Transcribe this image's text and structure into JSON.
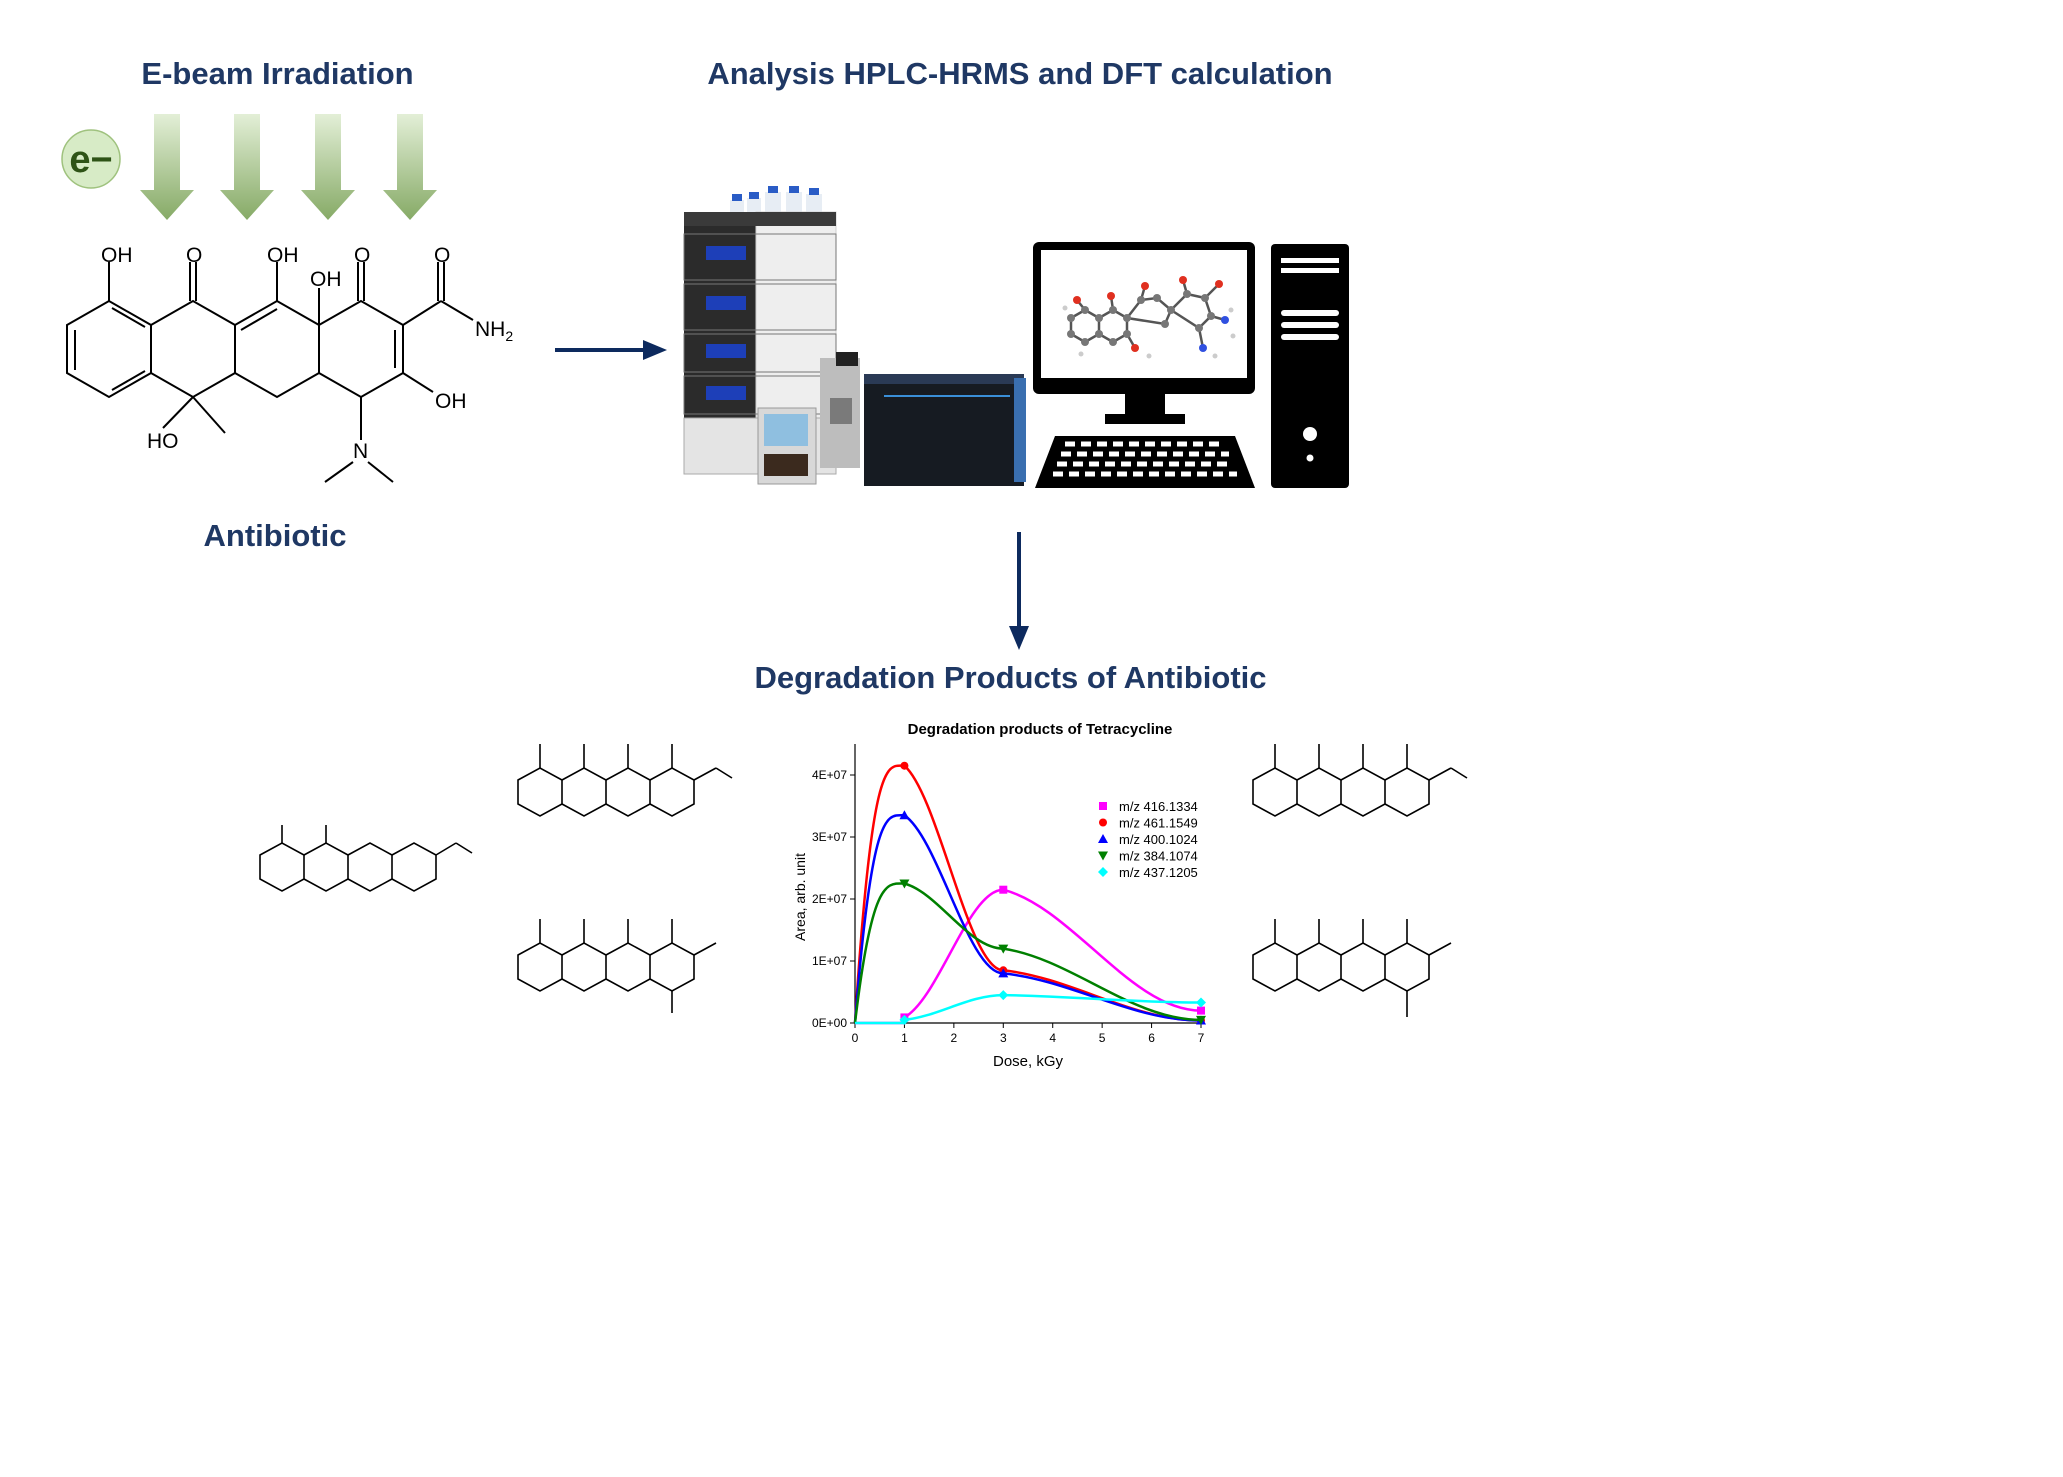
{
  "headings": {
    "ebeam": "E-beam Irradiation",
    "analysis": "Analysis HPLC-HRMS and DFT calculation",
    "antibiotic": "Antibiotic",
    "degradation": "Degradation Products of Antibiotic"
  },
  "electron_badge": "e−",
  "colors": {
    "heading": "#1f3864",
    "arrow": "#0d2a5e",
    "beam_arrow_top": "#e3efd7",
    "beam_arrow_bottom": "#86aa66",
    "badge_fill": "#d7ebc6",
    "badge_text": "#2e5316"
  },
  "main_molecule_labels": {
    "oh_top_left": "OH",
    "o_1": "O",
    "oh_top_mid": "OH",
    "oh_bridge": "OH",
    "o_2": "O",
    "o_3": "O",
    "nh2": "NH",
    "nh2_sub": "2",
    "oh_right": "OH",
    "ho_left": "HO",
    "n": "N"
  },
  "chart_data": {
    "type": "scatter",
    "title": "Degradation products of Tetracycline",
    "xlabel": "Dose, kGy",
    "ylabel": "Area, arb. unit",
    "xlim": [
      0,
      7
    ],
    "ylim": [
      0,
      45000000
    ],
    "xticks": [
      "0",
      "1",
      "2",
      "3",
      "4",
      "5",
      "6",
      "7"
    ],
    "yticks": [
      "0E+00",
      "1E+07",
      "2E+07",
      "3E+07",
      "4E+07"
    ],
    "legend_position": "right",
    "series": [
      {
        "name": "m/z 416.1334",
        "color": "#ff00ff",
        "marker": "square",
        "points": [
          [
            1,
            900000
          ],
          [
            3,
            21500000
          ],
          [
            7,
            2000000
          ]
        ]
      },
      {
        "name": "m/z 461.1549",
        "color": "#ff0000",
        "marker": "circle",
        "points": [
          [
            1,
            41500000
          ],
          [
            3,
            8500000
          ],
          [
            7,
            400000
          ]
        ]
      },
      {
        "name": "m/z 400.1024",
        "color": "#0000ff",
        "marker": "triangle-up",
        "points": [
          [
            1,
            33500000
          ],
          [
            3,
            8000000
          ],
          [
            7,
            400000
          ]
        ]
      },
      {
        "name": "m/z 384.1074",
        "color": "#008000",
        "marker": "triangle-down",
        "points": [
          [
            1,
            22500000
          ],
          [
            3,
            12000000
          ],
          [
            7,
            500000
          ]
        ]
      },
      {
        "name": "m/z 437.1205",
        "color": "#00ffff",
        "marker": "diamond",
        "points": [
          [
            1,
            500000
          ],
          [
            3,
            4500000
          ],
          [
            7,
            3300000
          ]
        ]
      }
    ]
  }
}
